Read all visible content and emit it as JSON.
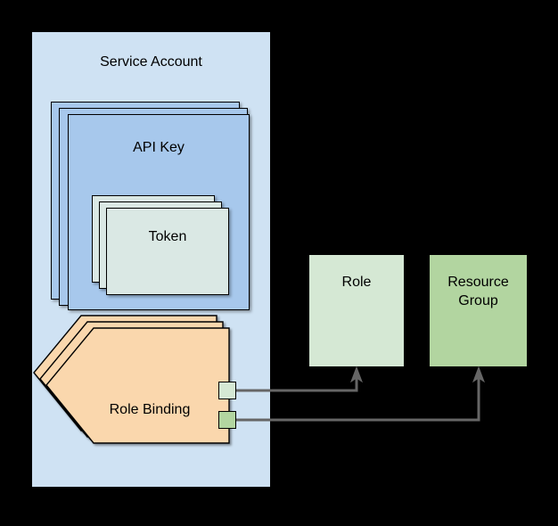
{
  "diagram": {
    "title_visible": false,
    "background": "#000000",
    "colors": {
      "service_account_fill": "#cfe2f3",
      "api_key_fill": "#a7c8ec",
      "token_fill": "#dae8e4",
      "role_binding_fill": "#fad7ad",
      "role_fill": "#d5e8d4",
      "resource_group_fill": "#b2d5a0",
      "stroke": "#000000",
      "connector": "#666666"
    }
  },
  "service_account": {
    "label": "Service Account",
    "api_key": {
      "label": "API Key",
      "stack_count": 3,
      "token": {
        "label": "Token",
        "stack_count": 3
      }
    },
    "role_binding": {
      "label": "Role Binding",
      "stack_count": 3,
      "shape": "left-arrow",
      "swatches": [
        {
          "name": "role-swatch",
          "color": "#d5e8d4"
        },
        {
          "name": "resource-group-swatch",
          "color": "#b2d5a0"
        }
      ]
    }
  },
  "targets": [
    {
      "label": "Role",
      "color": "#d5e8d4"
    },
    {
      "label": "Resource Group",
      "color": "#b2d5a0"
    }
  ],
  "connectors": [
    {
      "from": "role-swatch",
      "to": "role-box",
      "style": "orthogonal-arrow",
      "color": "#666666"
    },
    {
      "from": "resource-group-swatch",
      "to": "resource-group-box",
      "style": "orthogonal-arrow",
      "color": "#666666"
    }
  ]
}
